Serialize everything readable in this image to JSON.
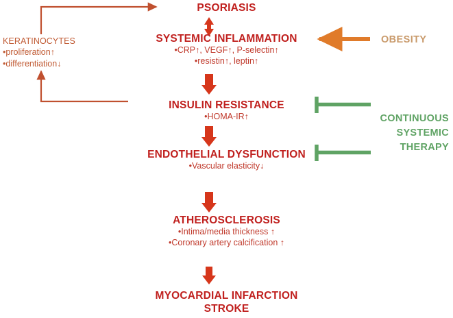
{
  "diagram": {
    "title": "Psoriasis systemic inflammation cardiovascular cascade",
    "colors": {
      "primary_red": "#c0201e",
      "sub_red": "#c0392b",
      "arrow_red": "#d6361b",
      "keratinocyte_orange": "#c05a33",
      "obesity_tan": "#c99a6b",
      "obesity_arrow_orange": "#e07b2a",
      "therapy_green": "#5fa364"
    }
  },
  "nodes": [
    {
      "id": "psoriasis",
      "title": "PSORIASIS",
      "sublines": []
    },
    {
      "id": "systemic-inflammation",
      "title": "SYSTEMIC INFLAMMATION",
      "sublines": [
        "•CRP↑, VEGF↑, P-selectin↑",
        "•resistin↑, leptin↑"
      ]
    },
    {
      "id": "insulin-resistance",
      "title": "INSULIN RESISTANCE",
      "sublines": [
        "•HOMA-IR↑"
      ]
    },
    {
      "id": "endothelial-dysfunction",
      "title": "ENDOTHELIAL DYSFUNCTION",
      "sublines": [
        "•Vascular elasticity↓"
      ]
    },
    {
      "id": "atherosclerosis",
      "title": "ATHEROSCLEROSIS",
      "sublines": [
        "•Intima/media thickness ↑",
        "•Coronary artery calcification ↑"
      ]
    },
    {
      "id": "myocardial-infarction-stroke",
      "title": "MYOCARDIAL INFARCTION",
      "title2": "STROKE",
      "sublines": []
    }
  ],
  "keratinocytes": {
    "title": "KERATINOCYTES",
    "sublines": [
      "•proliferation↑",
      "•differentiation↓"
    ]
  },
  "obesity": {
    "label": "OBESITY"
  },
  "therapy": {
    "line1": "CONTINUOUS",
    "line2": "SYSTEMIC",
    "line3": "THERAPY"
  },
  "connectors": [
    {
      "id": "psoriasis-systemic-inflammation",
      "type": "double-arrow-vertical"
    },
    {
      "id": "systemic-inflammation-insulin-resistance",
      "type": "arrow-down"
    },
    {
      "id": "insulin-resistance-endothelial-dysfunction",
      "type": "arrow-down"
    },
    {
      "id": "endothelial-dysfunction-atherosclerosis",
      "type": "arrow-down"
    },
    {
      "id": "atherosclerosis-myocardial-infarction",
      "type": "arrow-down"
    },
    {
      "id": "keratinocytes-to-psoriasis",
      "type": "elbow-arrow-up-right"
    },
    {
      "id": "insulin-resistance-to-keratinocytes",
      "type": "elbow-arrow-left-up"
    },
    {
      "id": "obesity-to-systemic-inflammation",
      "type": "arrow-left"
    },
    {
      "id": "therapy-inhibits-insulin-resistance",
      "type": "inhibition-bar"
    },
    {
      "id": "therapy-inhibits-endothelial-dysfunction",
      "type": "inhibition-bar"
    }
  ]
}
